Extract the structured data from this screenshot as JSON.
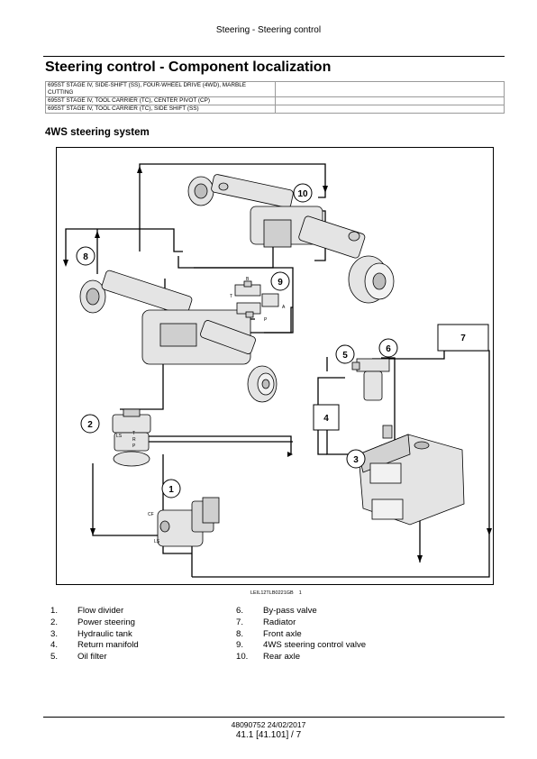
{
  "header": {
    "text": "Steering - Steering control"
  },
  "title": "Steering control - Component localization",
  "models": [
    "695ST STAGE IV, SIDE-SHIFT (SS), FOUR-WHEEL DRIVE (4WD), MARBLE CUTTING",
    "695ST STAGE IV, TOOL CARRIER (TC), CENTER PIVOT (CP)",
    "695ST STAGE IV, TOOL CARRIER (TC), SIDE SHIFT (SS)"
  ],
  "section_title": "4WS steering system",
  "figure": {
    "ref_code": "LEIL12TLB0221GB",
    "ref_num": "1",
    "callouts": [
      "1",
      "2",
      "3",
      "4",
      "5",
      "6",
      "7",
      "8",
      "9",
      "10"
    ],
    "port_labels": {
      "ls": "LS",
      "t": "T",
      "r": "R",
      "p": "P",
      "cf": "CF",
      "a": "A",
      "b": "B"
    }
  },
  "legend_left": [
    {
      "num": "1.",
      "label": "Flow divider"
    },
    {
      "num": "2.",
      "label": "Power steering"
    },
    {
      "num": "3.",
      "label": "Hydraulic tank"
    },
    {
      "num": "4.",
      "label": "Return manifold"
    },
    {
      "num": "5.",
      "label": "Oil filter"
    }
  ],
  "legend_right": [
    {
      "num": "6.",
      "label": "By-pass valve"
    },
    {
      "num": "7.",
      "label": "Radiator"
    },
    {
      "num": "8.",
      "label": "Front axle"
    },
    {
      "num": "9.",
      "label": "4WS steering control valve"
    },
    {
      "num": "10.",
      "label": "Rear axle"
    }
  ],
  "footer": {
    "doc": "48090752 24/02/2017",
    "page": "41.1 [41.101] / 7"
  }
}
